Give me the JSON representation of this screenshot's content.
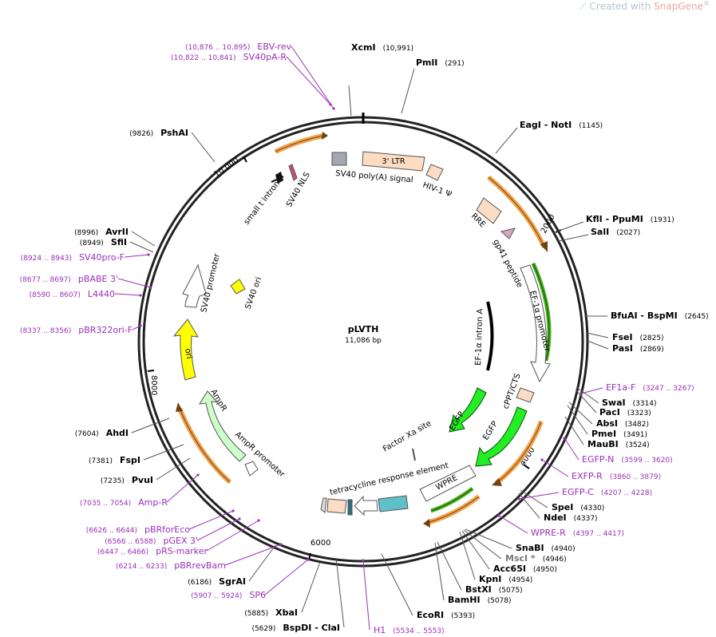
{
  "watermark": {
    "prefix": "Created with",
    "brand": "SnapGene",
    "suffix": "®"
  },
  "plasmid": {
    "name": "pLVTH",
    "size": "11,086 bp",
    "length": 11086
  },
  "colors": {
    "site": "#000000",
    "primer": "#9b2fb8",
    "feature_fill": "#fcdcc2",
    "orange": "#f3a34a",
    "green_arrow": "#22ee22",
    "green_primer": "#4caf1e",
    "yellow": "#ffff00",
    "light_green": "#ccffcc",
    "gray": "#999999"
  },
  "ticks": [
    {
      "label": "2000"
    },
    {
      "label": "4000"
    },
    {
      "label": "6000"
    },
    {
      "label": "8000"
    },
    {
      "label": "10,000"
    }
  ],
  "sites": [
    {
      "name": "XcmI",
      "pos": "(10,991)",
      "side": "r"
    },
    {
      "name": "PmlI",
      "pos": "(291)",
      "side": "r"
    },
    {
      "name": "EagI  - NotI",
      "pos": "(1145)",
      "side": "r"
    },
    {
      "name": "KflI  - PpuMI",
      "pos": "(1931)",
      "side": "r"
    },
    {
      "name": "SalI",
      "pos": "(2027)",
      "side": "r"
    },
    {
      "name": "BfuAI  - BspMI",
      "pos": "(2645)",
      "side": "r"
    },
    {
      "name": "FseI",
      "pos": "(2825)",
      "side": "r"
    },
    {
      "name": "PasI",
      "pos": "(2869)",
      "side": "r"
    },
    {
      "name": "SwaI",
      "pos": "(3314)",
      "side": "r"
    },
    {
      "name": "PacI",
      "pos": "(3323)",
      "side": "r"
    },
    {
      "name": "AbsI",
      "pos": "(3482)",
      "side": "r"
    },
    {
      "name": "PmeI",
      "pos": "(3491)",
      "side": "r"
    },
    {
      "name": "MauBI",
      "pos": "(3524)",
      "side": "r"
    },
    {
      "name": "SpeI",
      "pos": "(4330)",
      "side": "r"
    },
    {
      "name": "NdeI",
      "pos": "(4337)",
      "side": "r"
    },
    {
      "name": "SnaBI",
      "pos": "(4940)",
      "side": "r"
    },
    {
      "name": "MscI *",
      "pos": "(4946)",
      "side": "r",
      "gray": true
    },
    {
      "name": "Acc65I",
      "pos": "(4950)",
      "side": "r"
    },
    {
      "name": "KpnI",
      "pos": "(4954)",
      "side": "r"
    },
    {
      "name": "BstXI",
      "pos": "(5075)",
      "side": "r"
    },
    {
      "name": "BamHI",
      "pos": "(5078)",
      "side": "r"
    },
    {
      "name": "EcoRI",
      "pos": "(5393)",
      "side": "r"
    },
    {
      "name": "BspDI  - ClaI",
      "pos": "(5629)",
      "side": "l"
    },
    {
      "name": "XbaI",
      "pos": "(5885)",
      "side": "l"
    },
    {
      "name": "SgrAI",
      "pos": "(6186)",
      "side": "l"
    },
    {
      "name": "PvuI",
      "pos": "(7235)",
      "side": "l"
    },
    {
      "name": "FspI",
      "pos": "(7381)",
      "side": "l"
    },
    {
      "name": "AhdI",
      "pos": "(7604)",
      "side": "l"
    },
    {
      "name": "SfiI",
      "pos": "(8949)",
      "side": "l"
    },
    {
      "name": "AvrII",
      "pos": "(8996)",
      "side": "l"
    },
    {
      "name": "PshAI",
      "pos": "(9826)",
      "side": "l"
    }
  ],
  "primers": [
    {
      "name": "EF1a-F",
      "range": "(3247 .. 3267)",
      "side": "r"
    },
    {
      "name": "EGFP-N",
      "range": "(3599 .. 3620)",
      "side": "r"
    },
    {
      "name": "EXFP-R",
      "range": "(3860 .. 3879)",
      "side": "r"
    },
    {
      "name": "EGFP-C",
      "range": "(4207 .. 4228)",
      "side": "r"
    },
    {
      "name": "WPRE-R",
      "range": "(4397 .. 4417)",
      "side": "r"
    },
    {
      "name": "H1",
      "range": "(5534 .. 5553)",
      "side": "r"
    },
    {
      "name": "SP6",
      "range": "(5907 .. 5924)",
      "side": "l"
    },
    {
      "name": "pBRrevBam",
      "range": "(6214 .. 6233)",
      "side": "l"
    },
    {
      "name": "pRS-marker",
      "range": "(6447 .. 6466)",
      "side": "l"
    },
    {
      "name": "pGEX 3'",
      "range": "(6566 .. 6588)",
      "side": "l"
    },
    {
      "name": "pBRforEco",
      "range": "(6626 .. 6644)",
      "side": "l"
    },
    {
      "name": "Amp-R",
      "range": "(7035 .. 7054)",
      "side": "l"
    },
    {
      "name": "pBR322ori-F",
      "range": "(8337 .. 8356)",
      "side": "l"
    },
    {
      "name": "L4440",
      "range": "(8590 .. 8607)",
      "side": "l"
    },
    {
      "name": "pBABE 3'",
      "range": "(8677 .. 8697)",
      "side": "l"
    },
    {
      "name": "SV40pro-F",
      "range": "(8924 .. 8943)",
      "side": "l"
    },
    {
      "name": "SV40pA-R",
      "range": "(10,822 .. 10,841)",
      "side": "l"
    },
    {
      "name": "EBV-rev",
      "range": "(10,876 .. 10,895)",
      "side": "l"
    }
  ],
  "features": [
    {
      "label": "3' LTR"
    },
    {
      "label": "HIV-1 Ψ"
    },
    {
      "label": "RRE"
    },
    {
      "label": "gp41 peptide"
    },
    {
      "label": "EF-1α promoter"
    },
    {
      "label": "EF-1α intron A"
    },
    {
      "label": "cPPT/CTS"
    },
    {
      "label": "EGFP"
    },
    {
      "label": "EGFP"
    },
    {
      "label": "Factor Xa site"
    },
    {
      "label": "WPRE"
    },
    {
      "label": "tetracycline response element"
    },
    {
      "label": "AmpR promoter"
    },
    {
      "label": "AmpR"
    },
    {
      "label": "ori"
    },
    {
      "label": "SV40 promoter"
    },
    {
      "label": "SV40 ori"
    },
    {
      "label": "small t intron"
    },
    {
      "label": "SV40 NLS"
    },
    {
      "label": "SV40 poly(A) signal"
    }
  ]
}
